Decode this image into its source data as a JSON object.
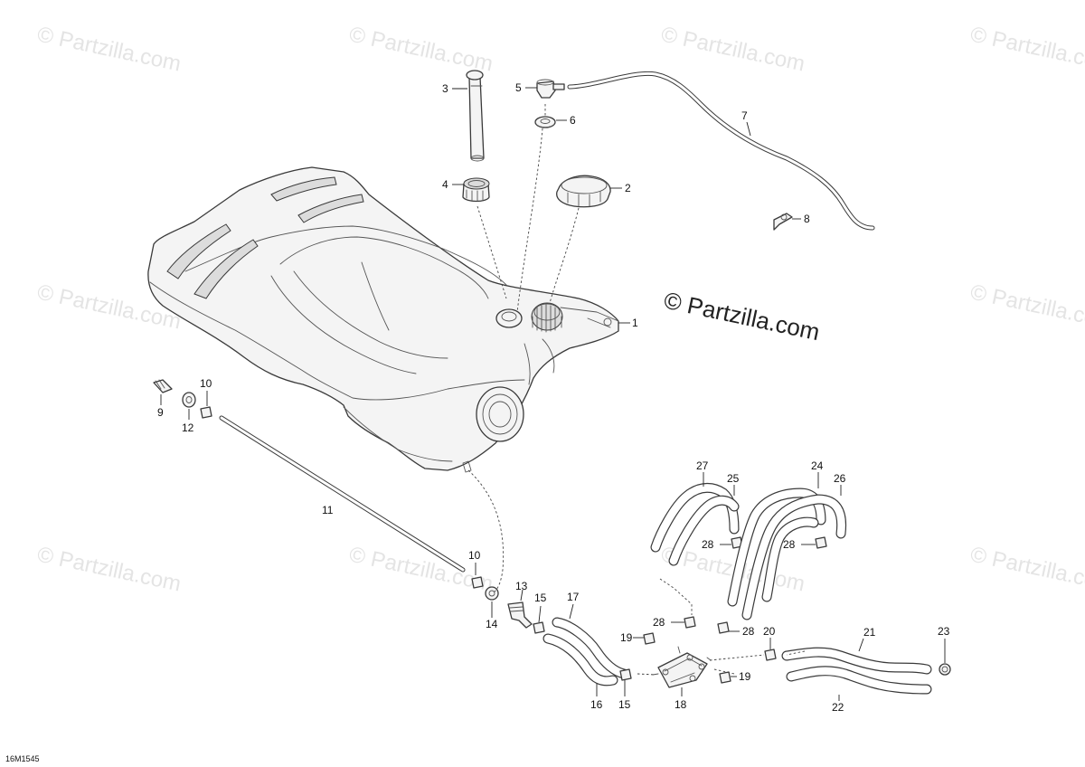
{
  "watermark": {
    "small": "© Partzilla.com",
    "main": "© Partzilla.com"
  },
  "diagram_code": "16M1545",
  "callouts": {
    "c1": "1",
    "c2": "2",
    "c3": "3",
    "c4": "4",
    "c5": "5",
    "c6": "6",
    "c7": "7",
    "c8": "8",
    "c9": "9",
    "c10a": "10",
    "c10b": "10",
    "c11": "11",
    "c12": "12",
    "c13": "13",
    "c14": "14",
    "c15a": "15",
    "c15b": "15",
    "c16": "16",
    "c17": "17",
    "c18": "18",
    "c19a": "19",
    "c19b": "19",
    "c20": "20",
    "c21": "21",
    "c22": "22",
    "c23": "23",
    "c24": "24",
    "c25": "25",
    "c26": "26",
    "c27": "27",
    "c28a": "28",
    "c28b": "28",
    "c28c": "28",
    "c28d": "28"
  },
  "colors": {
    "line": "#3a3a3a",
    "watermark": "#e4e4e4",
    "background": "#ffffff"
  }
}
